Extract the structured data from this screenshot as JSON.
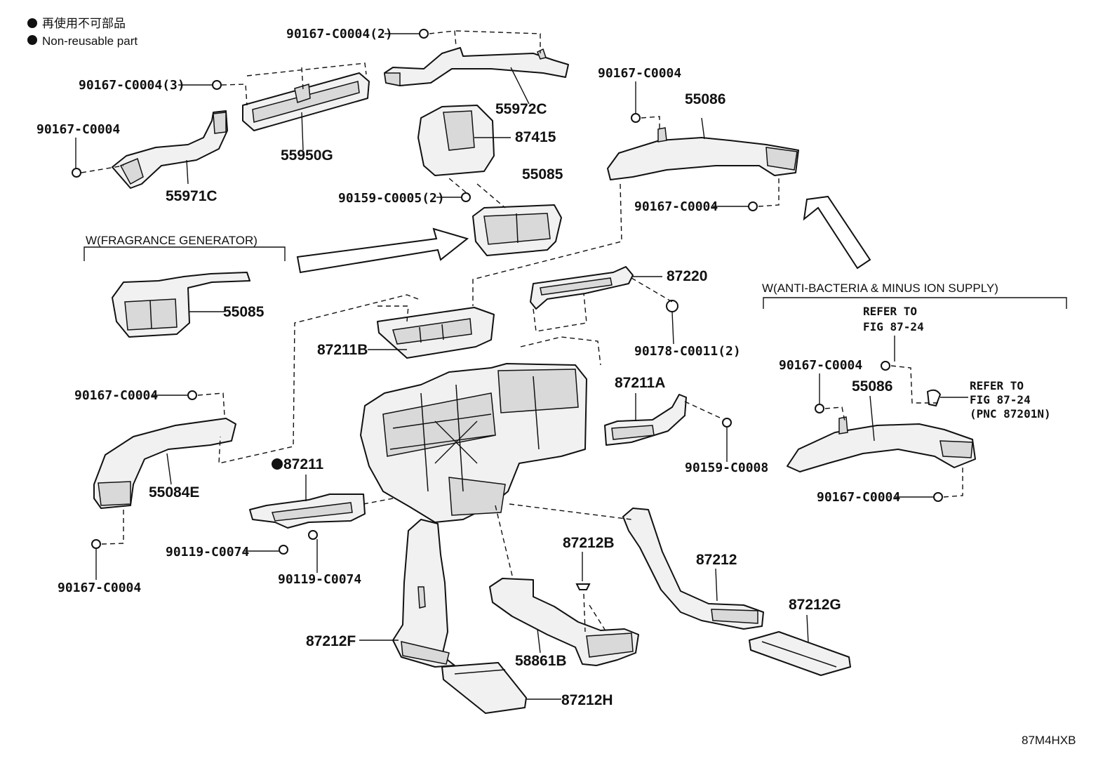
{
  "legend": {
    "line1": "再使用不可部品",
    "line2": "Non-reusable part"
  },
  "labels": {
    "p90167_c0004_2": "90167-C0004(2)",
    "p90167_c0004_3": "90167-C0004(3)",
    "p90167_c0004_a": "90167-C0004",
    "p55972c": "55972C",
    "p55950g": "55950G",
    "p55971c": "55971C",
    "p87415": "87415",
    "p55085_top": "55085",
    "p90159_c0005_2": "90159-C0005(2)",
    "p90167_c0004_b": "90167-C0004",
    "p55086_top": "55086",
    "p90167_c0004_c": "90167-C0004",
    "fragrance": "W(FRAGRANCE GENERATOR)",
    "p55085_mid": "55085",
    "p87220": "87220",
    "anti_bacteria": "W(ANTI-BACTERIA & MINUS ION SUPPLY)",
    "refer1_a": "REFER TO",
    "refer1_b": "FIG 87-24",
    "p87211b": "87211B",
    "p90178_c0011_2": "90178-C0011(2)",
    "p90167_c0004_d": "90167-C0004",
    "p55086_right": "55086",
    "refer2_a": "REFER TO",
    "refer2_b": "FIG 87-24",
    "refer2_c": "(PNC 87201N)",
    "p90167_c0004_e": "90167-C0004",
    "p87211a": "87211A",
    "p55084e": "55084E",
    "p87211": "87211",
    "p90159_c0008": "90159-C0008",
    "p90167_c0004_f": "90167-C0004",
    "p90119_c0074_a": "90119-C0074",
    "p90119_c0074_b": "90119-C0074",
    "p90167_c0004_g": "90167-C0004",
    "p87212b": "87212B",
    "p87212": "87212",
    "p87212g": "87212G",
    "p87212f": "87212F",
    "p58861b": "58861B",
    "p87212h": "87212H",
    "code": "87M4HXB"
  }
}
